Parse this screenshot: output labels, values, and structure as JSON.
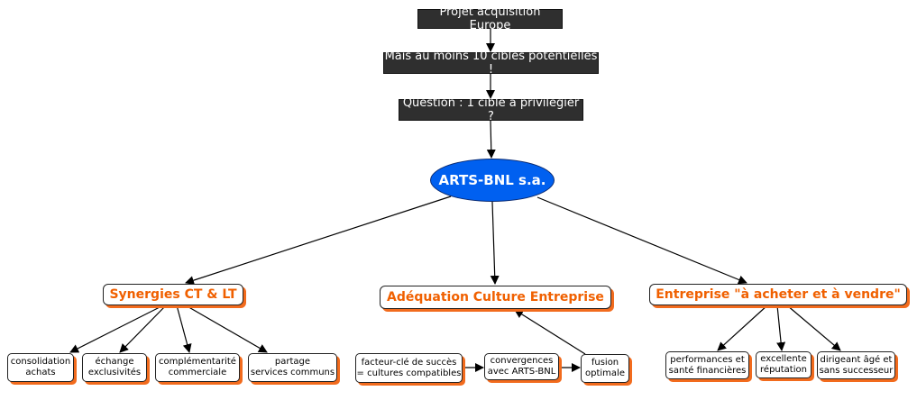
{
  "diagram": {
    "top_nodes": {
      "project": "Projet acquisition Europe",
      "targets": "Mais au moins 10 cibles potentielles !",
      "question": "Question : 1 cible à privilégier ?"
    },
    "center": {
      "label": "ARTS-BNL s.a."
    },
    "branches": {
      "synergies": {
        "label": "Synergies CT & LT",
        "leaves": [
          "consolidation\nachats",
          "échange\nexclusivités",
          "complémentarité\ncommerciale",
          "partage\nservices communs"
        ]
      },
      "culture": {
        "label": "Adéquation Culture Entreprise",
        "leaves": [
          "facteur-clé de succès\n= cultures compatibles",
          "convergences\navec ARTS-BNL",
          "fusion\noptimale"
        ]
      },
      "enterprise": {
        "label": "Entreprise \"à acheter et à vendre\"",
        "leaves": [
          "performances et\nsanté financières",
          "excellente\nréputation",
          "dirigeant âgé et\nsans successeur"
        ]
      }
    },
    "colors": {
      "dark_box": "#2f2f2f",
      "center_fill": "#0060f0",
      "branch_text": "#f06000",
      "shadow": "#f26b1d",
      "edge": "#000000"
    }
  }
}
